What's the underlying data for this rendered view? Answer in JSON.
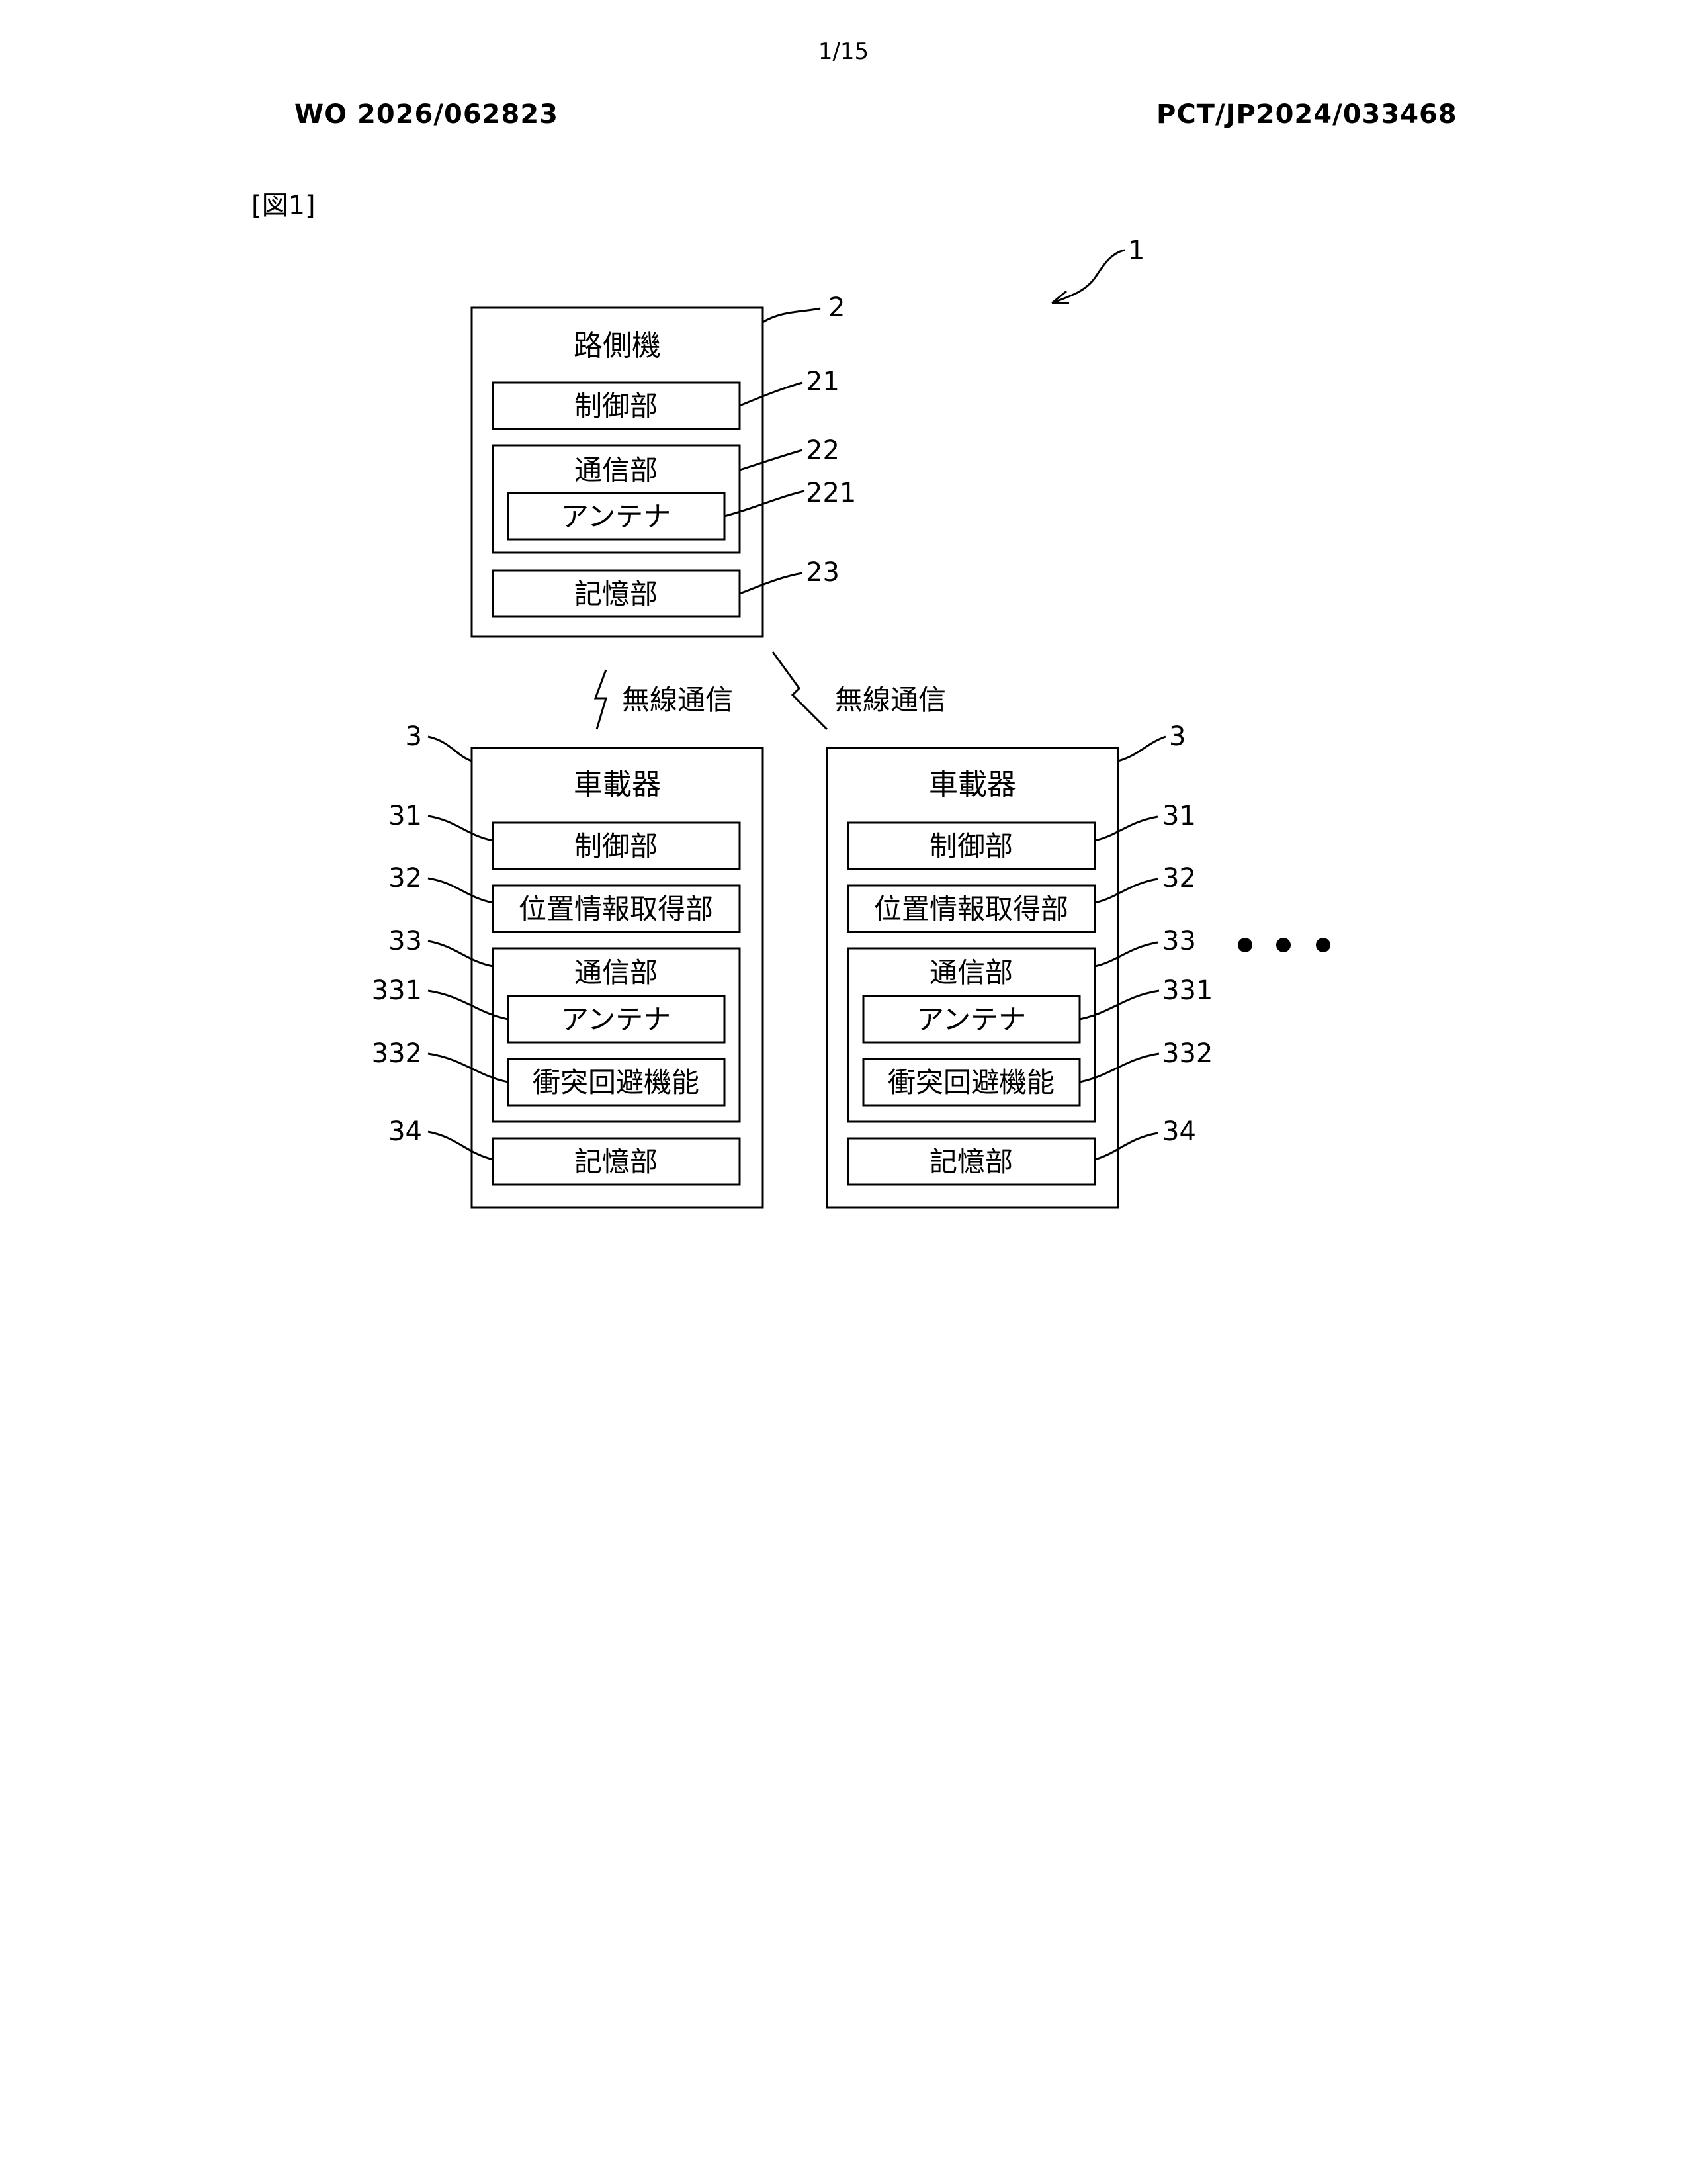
{
  "header": {
    "page_number": "1/15",
    "publication_number": "WO 2026/062823",
    "application_number": "PCT/JP2024/033468"
  },
  "figure_label": "[図1]",
  "diagram": {
    "system_ref": "1",
    "roadside_unit": {
      "ref": "2",
      "title": "路側機",
      "control_label": "制御部",
      "control_ref": "21",
      "comm_label": "通信部",
      "comm_ref": "22",
      "antenna_label": "アンテナ",
      "antenna_ref": "221",
      "storage_label": "記憶部",
      "storage_ref": "23"
    },
    "wireless_left": "無線通信",
    "wireless_right": "無線通信",
    "onboard_units": [
      {
        "ref": "3",
        "title": "車載器",
        "control_label": "制御部",
        "control_ref": "31",
        "position_label": "位置情報取得部",
        "position_ref": "32",
        "comm_label": "通信部",
        "comm_ref": "33",
        "antenna_label": "アンテナ",
        "antenna_ref": "331",
        "avoid_label": "衝突回避機能",
        "avoid_ref": "332",
        "storage_label": "記憶部",
        "storage_ref": "34"
      },
      {
        "ref": "3",
        "title": "車載器",
        "control_label": "制御部",
        "control_ref": "31",
        "position_label": "位置情報取得部",
        "position_ref": "32",
        "comm_label": "通信部",
        "comm_ref": "33",
        "antenna_label": "アンテナ",
        "antenna_ref": "331",
        "avoid_label": "衝突回避機能",
        "avoid_ref": "332",
        "storage_label": "記憶部",
        "storage_ref": "34"
      }
    ]
  }
}
